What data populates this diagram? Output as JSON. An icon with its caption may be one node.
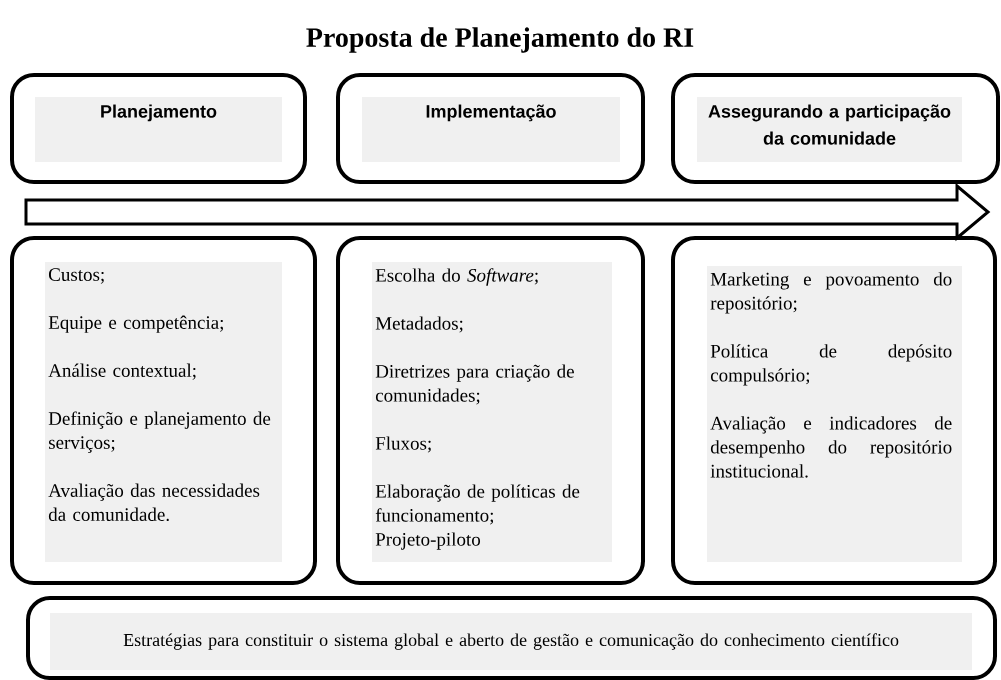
{
  "diagram": {
    "title": "Proposta de Planejamento do RI",
    "nodes": [
      {
        "text": [
          "Planejamento"
        ]
      },
      {
        "text": [
          "Implementação"
        ]
      },
      {
        "text": [
          "Assegurando a participação da comunidade"
        ]
      },
      {
        "text": [
          "Custos;",
          "Equipe e competência;",
          "Análise contextual;",
          "Definição e planejamento de serviços;",
          "Avaliação das necessidades da comunidade."
        ]
      },
      {
        "text": [
          "Escolha do *Software*;",
          "Metadados;",
          "Diretrizes para criação de comunidades;",
          "Fluxos;",
          "Elaboração de políticas de funcionamento;",
          "Projeto-piloto"
        ]
      },
      {
        "text": [
          "Marketing e povoamento do repositório;",
          "Política de depósito compulsório;",
          "Avaliação e indicadores de desempenho do repositório institucional."
        ]
      },
      {
        "text": [
          "Estratégias para constituir o sistema global e aberto de gestão e comunicação do conhecimento científico"
        ]
      }
    ],
    "edges": [
      {
        "from": 0,
        "to": 2,
        "arrow": "to"
      }
    ]
  }
}
